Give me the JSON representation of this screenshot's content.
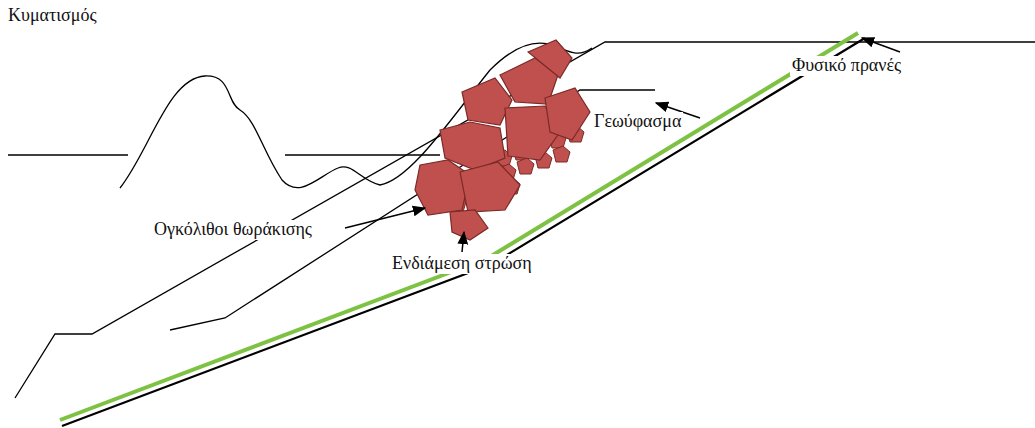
{
  "diagram": {
    "labels": [
      "Κυματισμός",
      "Φυσικό πρανές",
      "Γεωύφασμα",
      "Ογκόλιθοι θωράκισης",
      "Ενδιάμεση στρώση"
    ]
  }
}
